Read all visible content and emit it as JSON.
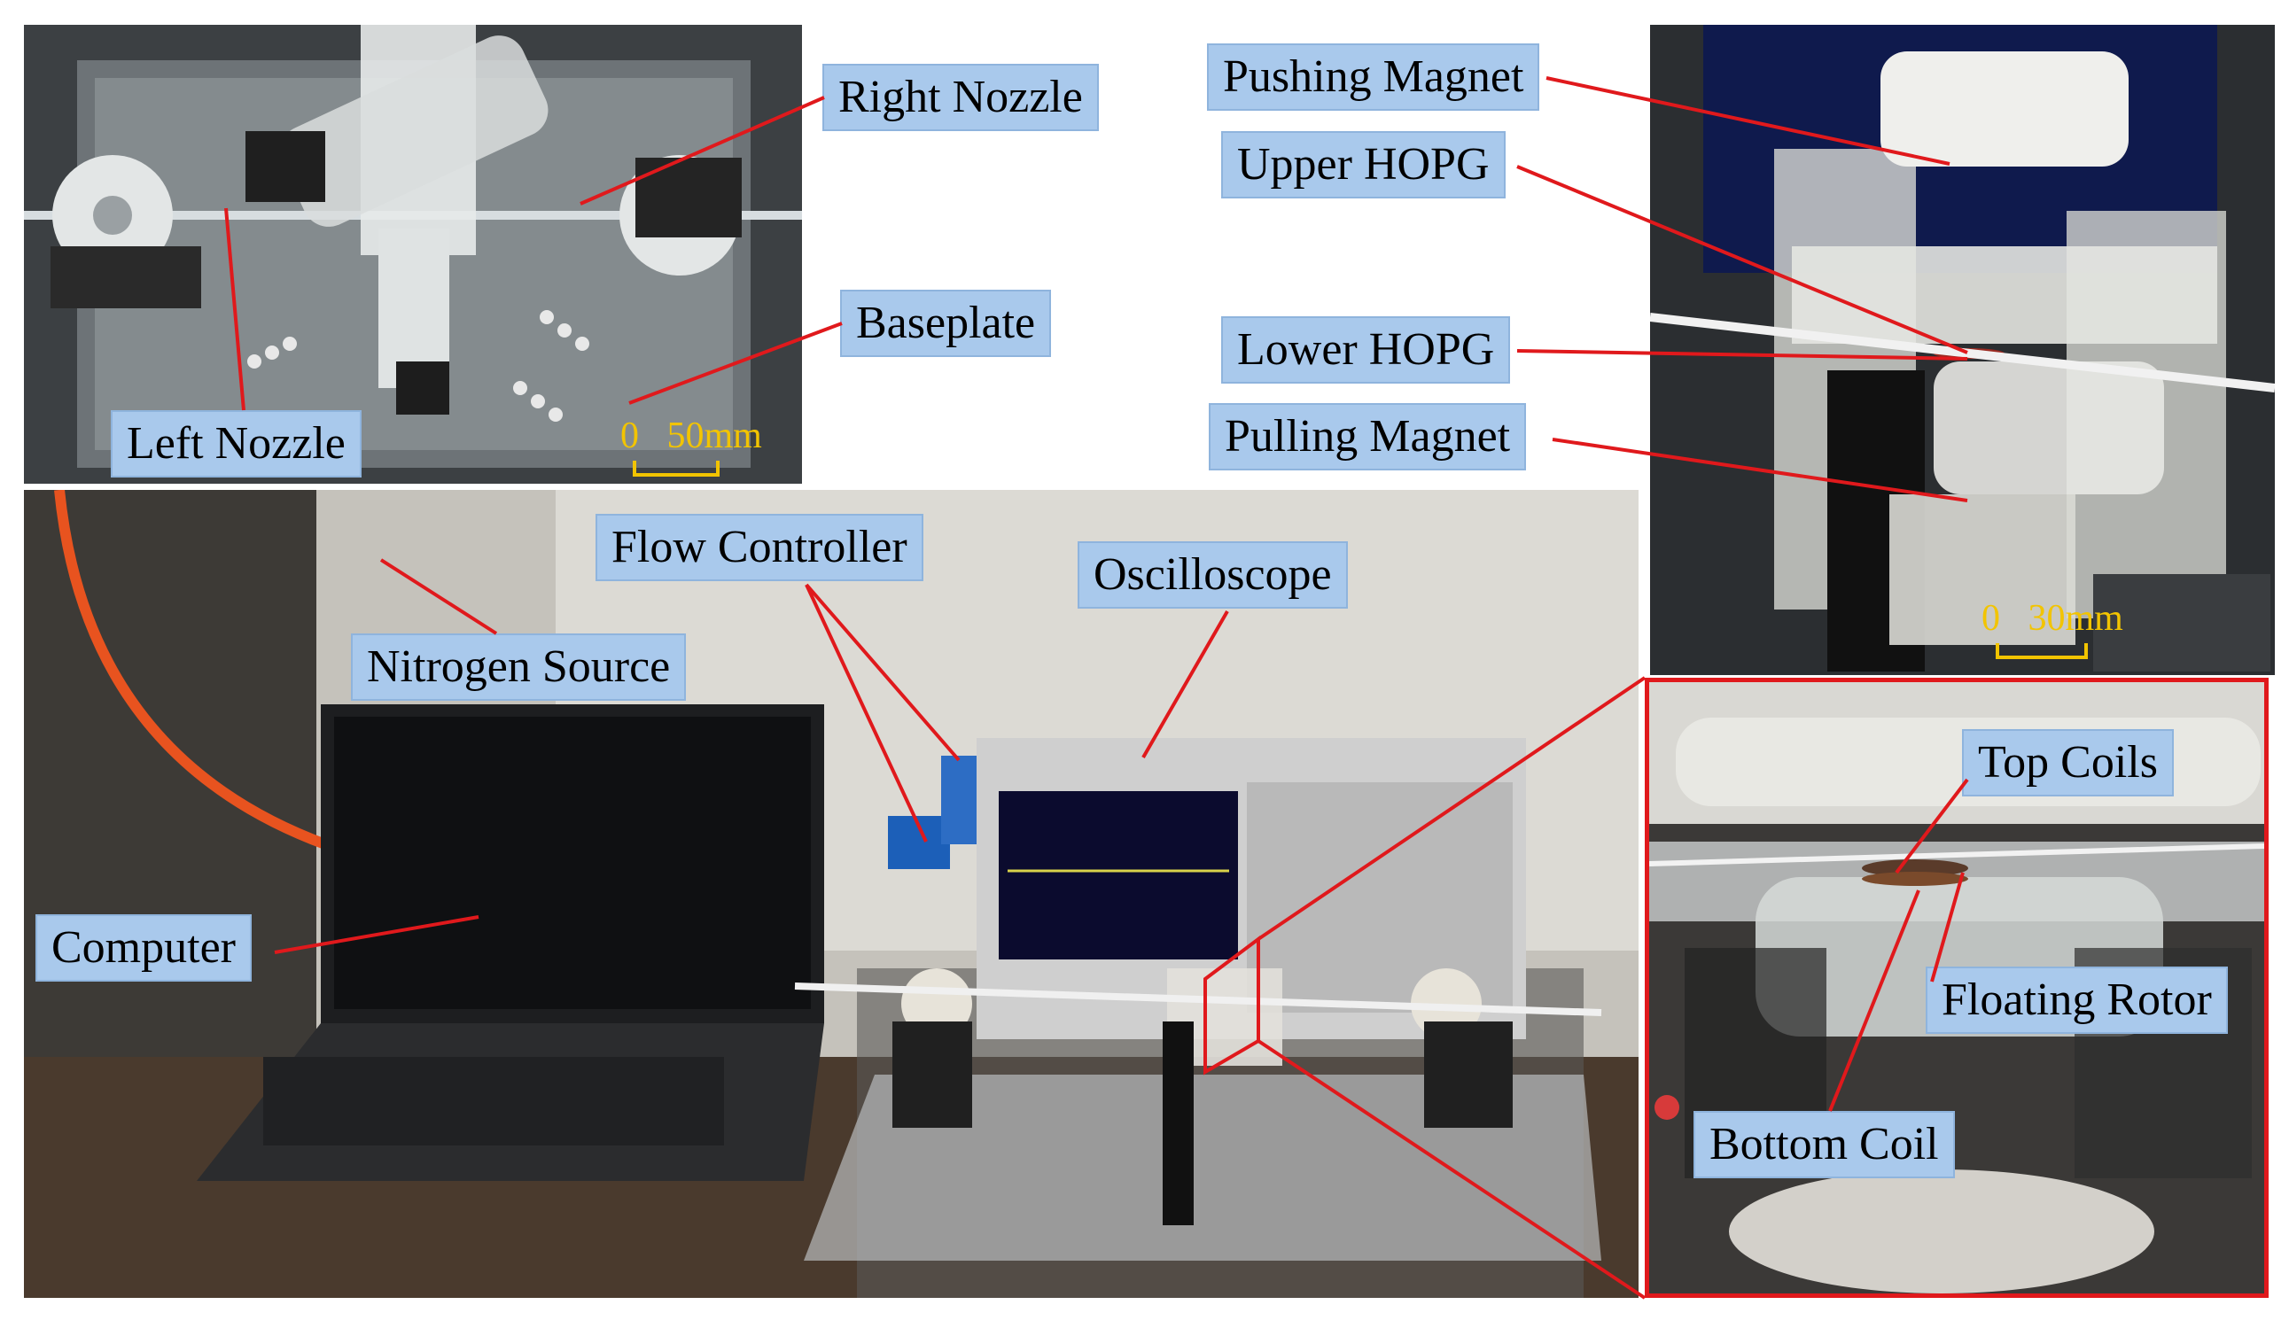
{
  "panels": {
    "top_left": {
      "labels": {
        "right_nozzle": "Right Nozzle",
        "baseplate": "Baseplate",
        "left_nozzle": "Left Nozzle"
      },
      "scale": {
        "text": "0   50mm"
      }
    },
    "top_right": {
      "labels": {
        "pushing_magnet": "Pushing Magnet",
        "upper_hopg": "Upper HOPG",
        "lower_hopg": "Lower HOPG",
        "pulling_magnet": "Pulling Magnet"
      },
      "scale": {
        "text": "0   30mm"
      }
    },
    "bottom_left": {
      "labels": {
        "flow_controller": "Flow Controller",
        "oscilloscope": "Oscilloscope",
        "nitrogen_source": "Nitrogen Source",
        "computer": "Computer"
      }
    },
    "bottom_right": {
      "labels": {
        "top_coils": "Top Coils",
        "floating_rotor": "Floating Rotor",
        "bottom_coil": "Bottom Coil"
      }
    }
  },
  "colors": {
    "label_fill": "#a9c9ec",
    "leader_line": "#e0191c",
    "scale_color": "#f2c400",
    "inset_border": "#e0191c"
  }
}
